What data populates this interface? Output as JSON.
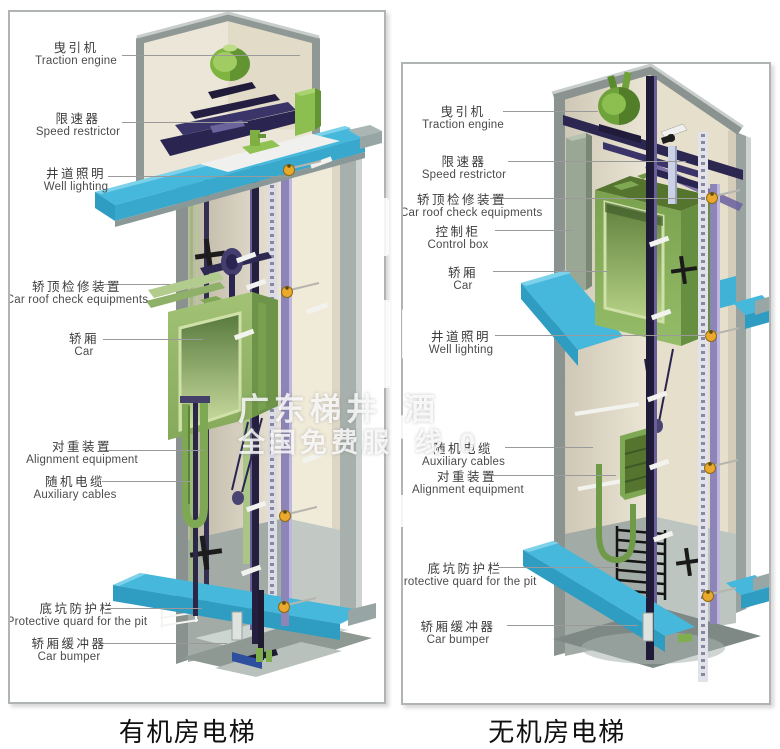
{
  "page": {
    "background": "#ffffff"
  },
  "panels": [
    {
      "caption": "有机房电梯",
      "labels": [
        {
          "zh": "曳引机",
          "en": "Traction engine"
        },
        {
          "zh": "限速器",
          "en": "Speed restrictor"
        },
        {
          "zh": "井道照明",
          "en": "Well lighting"
        },
        {
          "zh": "轿顶检修装置",
          "en": "Car roof check equipments"
        },
        {
          "zh": "轿厢",
          "en": "Car"
        },
        {
          "zh": "对重装置",
          "en": "Alignment equipment"
        },
        {
          "zh": "随机电缆",
          "en": "Auxiliary cables"
        },
        {
          "zh": "底坑防护栏",
          "en": "Protective quard for the pit"
        },
        {
          "zh": "轿厢缓冲器",
          "en": "Car bumper"
        }
      ]
    },
    {
      "caption": "无机房电梯",
      "labels": [
        {
          "zh": "曳引机",
          "en": "Traction engine"
        },
        {
          "zh": "限速器",
          "en": "Speed restrictor"
        },
        {
          "zh": "轿顶检修装置",
          "en": "Car roof check equipments"
        },
        {
          "zh": "控制柜",
          "en": "Control box"
        },
        {
          "zh": "轿厢",
          "en": "Car"
        },
        {
          "zh": "井道照明",
          "en": "Well lighting"
        },
        {
          "zh": "随机电缆",
          "en": "Auxiliary cables"
        },
        {
          "zh": "对重装置",
          "en": "Alignment equipment"
        },
        {
          "zh": "底坑防护栏",
          "en": "Protective quard for the pit"
        },
        {
          "zh": "轿厢缓冲器",
          "en": "Car bumper"
        }
      ]
    }
  ],
  "watermark": {
    "line1_left": "广东梯井",
    "line1_right": "酒",
    "line2_left": "全国免费服",
    "line2_mid": "线",
    "line2_right": "0"
  },
  "colors": {
    "slab_blue": "#45b8dc",
    "slab_blue_dark": "#2f9dc2",
    "car_green": "#8fb463",
    "machine_green": "#7fb440",
    "beam_navy": "#2a2550",
    "lamp_orange": "#eaa92c",
    "wall_cream": "#ece6d8",
    "wall_gray": "#8d9692",
    "label_text": "#3c3c3c",
    "leader_line": "#9a9a9a",
    "caption_text": "#101010"
  }
}
